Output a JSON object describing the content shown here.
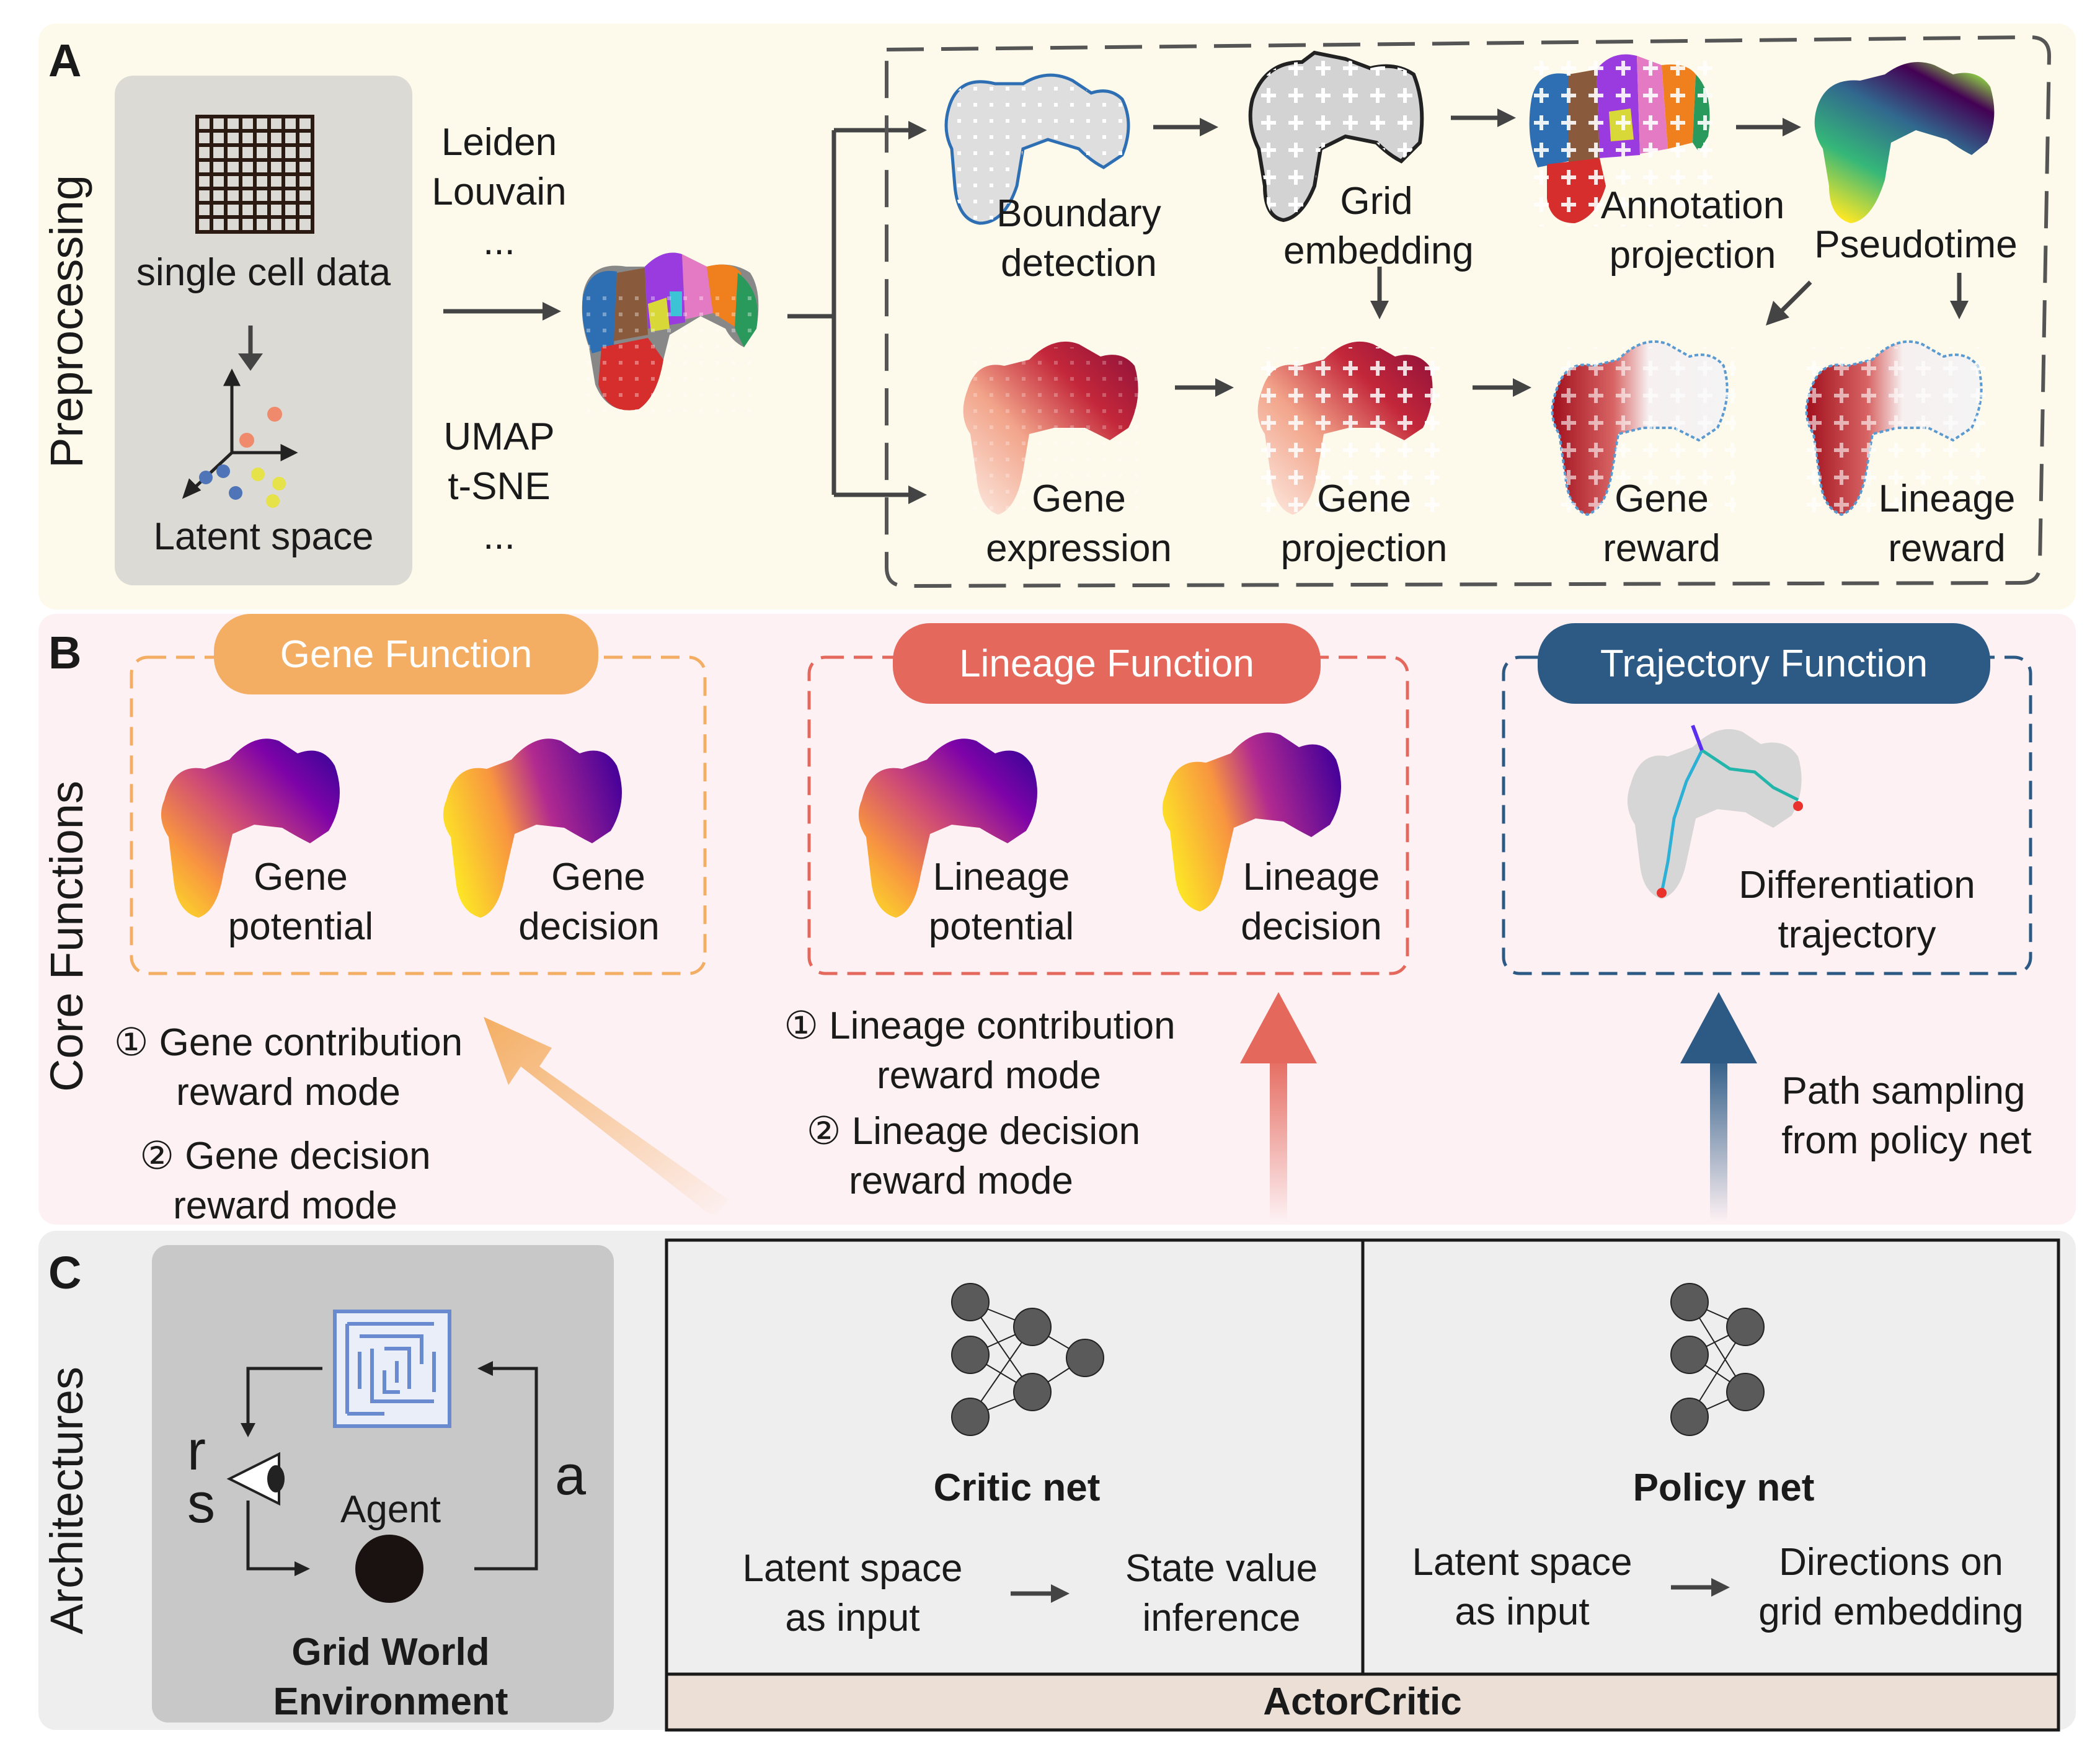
{
  "panel_a": {
    "letter": "A",
    "side_label": "Preprocessing",
    "input_box": {
      "data_label": "single cell data",
      "latent_label": "Latent space"
    },
    "clustering": [
      "Leiden",
      "Louvain",
      "..."
    ],
    "reduction": [
      "UMAP",
      "t-SNE",
      "..."
    ],
    "steps_top": [
      {
        "line1": "Boundary",
        "line2": "detection"
      },
      {
        "line1": "Grid",
        "line2": "embedding"
      },
      {
        "line1": "Annotation",
        "line2": "projection"
      },
      {
        "line1": "Pseudotime",
        "line2": ""
      }
    ],
    "steps_bottom": [
      {
        "line1": "Gene",
        "line2": "expression"
      },
      {
        "line1": "Gene",
        "line2": "projection"
      },
      {
        "line1": "Gene",
        "line2": "reward"
      },
      {
        "line1": "Lineage",
        "line2": "reward"
      }
    ]
  },
  "panel_b": {
    "letter": "B",
    "side_label": "Core Functions",
    "gene": {
      "title": "Gene Function",
      "maps": [
        {
          "line1": "Gene",
          "line2": "potential"
        },
        {
          "line1": "Gene",
          "line2": "decision"
        }
      ],
      "modes": [
        {
          "line1": "① Gene contribution",
          "line2": "reward mode"
        },
        {
          "line1": "② Gene decision",
          "line2": "reward mode"
        }
      ]
    },
    "lineage": {
      "title": "Lineage Function",
      "maps": [
        {
          "line1": "Lineage",
          "line2": "potential"
        },
        {
          "line1": "Lineage",
          "line2": "decision"
        }
      ],
      "modes": [
        {
          "line1": "① Lineage contribution",
          "line2": "reward mode"
        },
        {
          "line1": "② Lineage decision",
          "line2": "reward mode"
        }
      ]
    },
    "trajectory": {
      "title": "Trajectory Function",
      "map": {
        "line1": "Differentiation",
        "line2": "trajectory"
      },
      "note": {
        "line1": "Path sampling",
        "line2": "from policy net"
      }
    }
  },
  "panel_c": {
    "letter": "C",
    "side_label": "Architectures",
    "env": {
      "reward_letter": "r",
      "state_letter": "s",
      "action_letter": "a",
      "agent_label": "Agent",
      "title_line1": "Grid World",
      "title_line2": "Environment"
    },
    "critic": {
      "title": "Critic net",
      "input_line1": "Latent space",
      "input_line2": "as input",
      "output_line1": "State value",
      "output_line2": "inference"
    },
    "policy": {
      "title": "Policy net",
      "input_line1": "Latent space",
      "input_line2": "as input",
      "output_line1": "Directions on",
      "output_line2": "grid embedding"
    },
    "footer": "ActorCritic"
  },
  "colors": {
    "panel_a_bg": "#fdfaeb",
    "panel_b_bg": "#fdf1f3",
    "panel_c_bg": "#eeeeee",
    "gene": "#f4ae63",
    "lineage": "#e4685c",
    "trajectory": "#2c5a85"
  }
}
